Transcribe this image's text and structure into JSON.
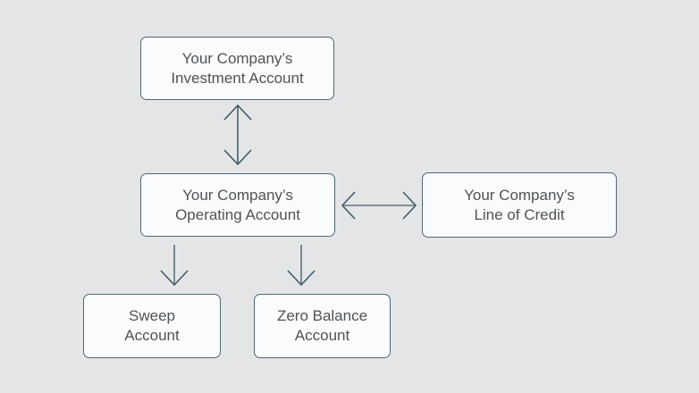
{
  "diagram": {
    "type": "flow-diagram",
    "colors": {
      "background": "#e4e5e7",
      "node_fill": "#fafbfc",
      "node_border": "#4d6973",
      "node_text": "#4f5356",
      "arrowhead": "#3f5c67",
      "shaft_dark": "#24424e",
      "shaft_light": "#7f929a",
      "shaft_medium": "#76898f"
    },
    "nodes": [
      {
        "id": "investment-account",
        "lines": [
          "Your Company’s",
          "Investment Account"
        ]
      },
      {
        "id": "operating-account",
        "lines": [
          "Your Company’s",
          "Operating Account"
        ]
      },
      {
        "id": "line-of-credit",
        "lines": [
          "Your Company’s",
          "Line of Credit"
        ]
      },
      {
        "id": "sweep-account",
        "lines": [
          "Sweep",
          "Account"
        ]
      },
      {
        "id": "zero-balance-account",
        "lines": [
          "Zero Balance",
          "Account"
        ]
      }
    ],
    "edges": [
      {
        "from": "investment-account",
        "to": "operating-account",
        "style": "double-headed-vertical"
      },
      {
        "from": "operating-account",
        "to": "line-of-credit",
        "style": "double-headed-horizontal"
      },
      {
        "from": "operating-account",
        "to": "sweep-account",
        "style": "single-headed-down"
      },
      {
        "from": "operating-account",
        "to": "zero-balance-account",
        "style": "single-headed-down"
      }
    ]
  }
}
